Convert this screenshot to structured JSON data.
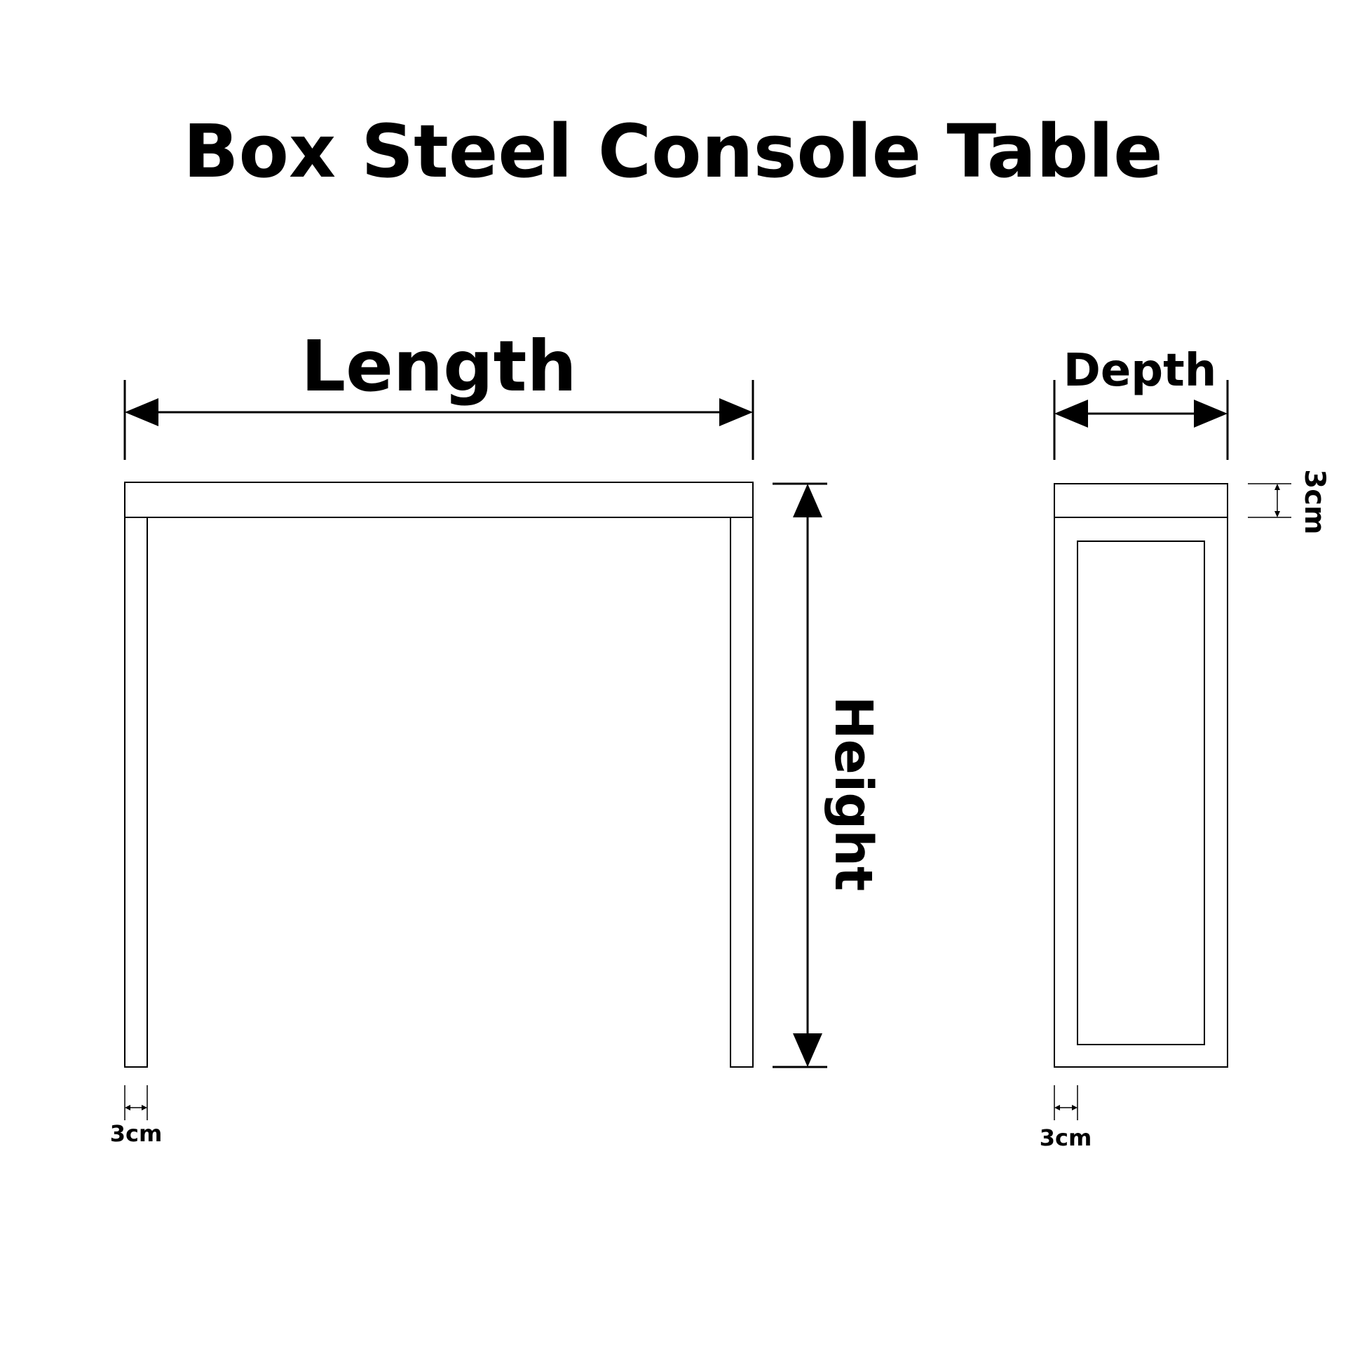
{
  "title": "Box Steel Console Table",
  "front_view": {
    "length_label": "Length",
    "height_label": "Height",
    "leg_thickness_label": "3cm"
  },
  "side_view": {
    "depth_label": "Depth",
    "top_thickness_label": "3cm",
    "frame_thickness_label": "3cm"
  }
}
